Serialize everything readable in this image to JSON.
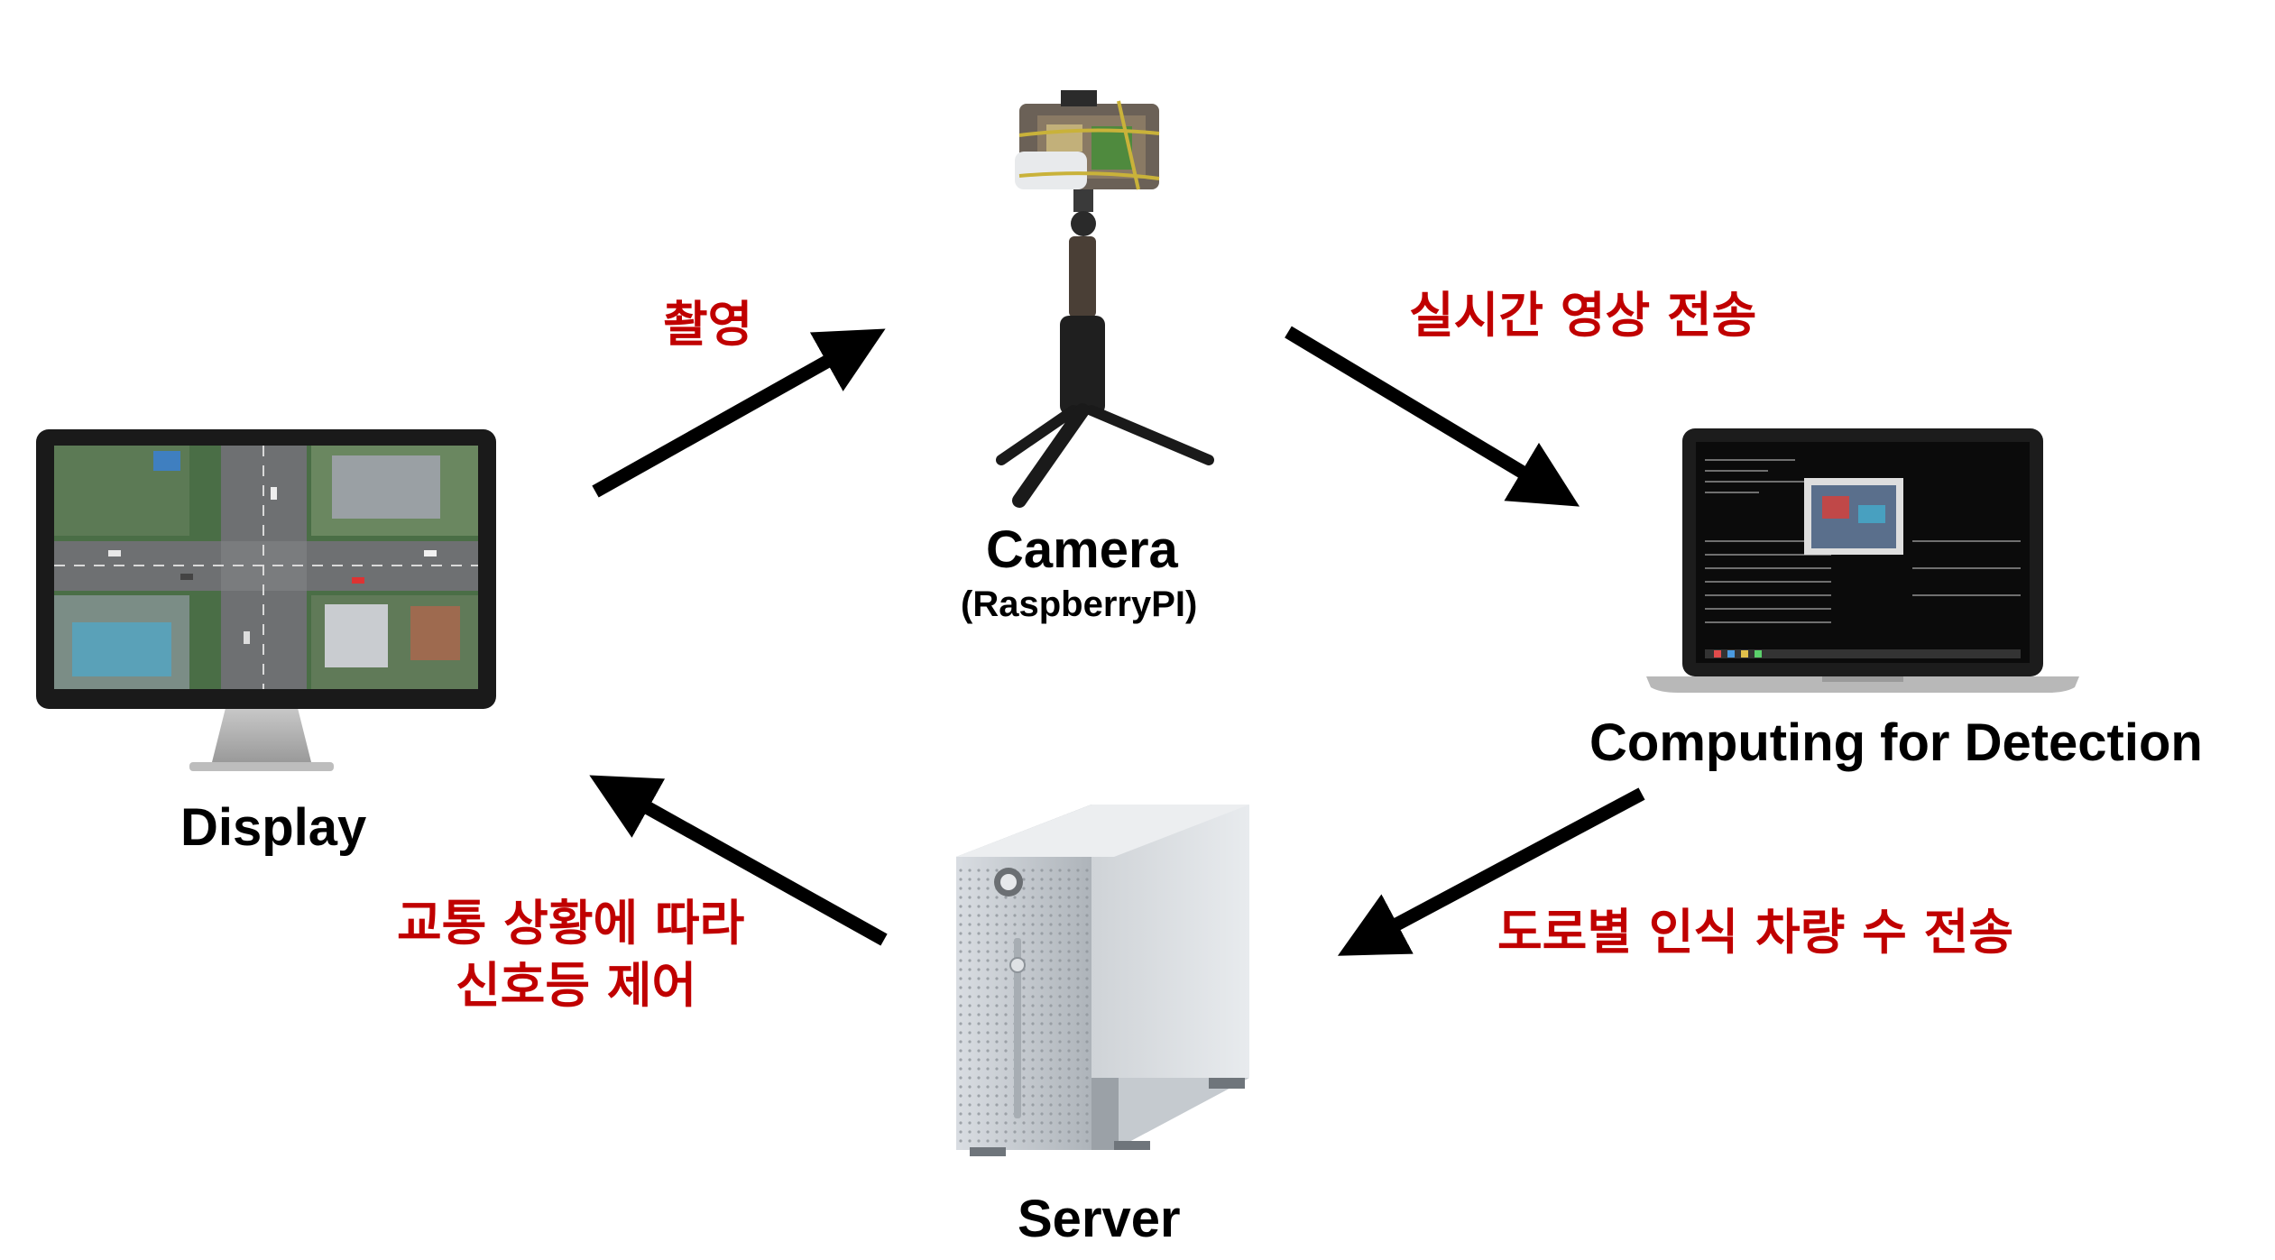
{
  "nodes": {
    "display": {
      "label": "Display"
    },
    "camera": {
      "label": "Camera",
      "sublabel": "(RaspberryPI)"
    },
    "computing": {
      "label": "Computing for Detection"
    },
    "server": {
      "label": "Server"
    }
  },
  "edges": {
    "capture": {
      "label": "촬영"
    },
    "stream": {
      "label": "실시간 영상 전송"
    },
    "count": {
      "label": "도로별 인식 차량 수 전송"
    },
    "control": {
      "line1": "교통 상황에 따라",
      "line2": "신호등 제어"
    }
  },
  "colors": {
    "edge_label": "#c00000",
    "arrow": "#000000"
  }
}
